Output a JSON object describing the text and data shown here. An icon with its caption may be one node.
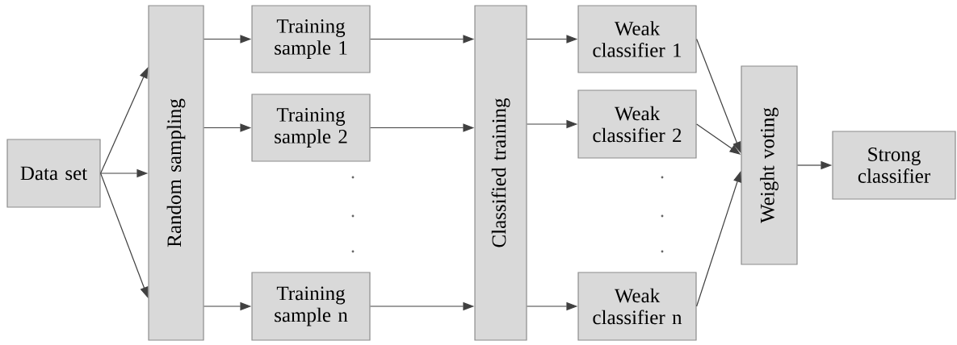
{
  "diagram": {
    "nodes": [
      {
        "text": [
          "Data set"
        ]
      },
      {
        "text": [
          "Random sampling"
        ]
      },
      {
        "text": [
          "Training sample 1"
        ]
      },
      {
        "text": [
          "Training sample 2"
        ]
      },
      {
        "text": [
          "Training sample n"
        ]
      },
      {
        "text": [
          "Classified training"
        ]
      },
      {
        "text": [
          "Weak classifier 1"
        ]
      },
      {
        "text": [
          "Weak classifier 2"
        ]
      },
      {
        "text": [
          "Weak classifier n"
        ]
      },
      {
        "text": [
          "Weight voting"
        ]
      },
      {
        "text": [
          "Strong classifier"
        ]
      }
    ],
    "edges": [
      {
        "from": 0,
        "to": 1,
        "arrow": "to"
      },
      {
        "from": 0,
        "to": 1,
        "arrow": "to"
      },
      {
        "from": 0,
        "to": 1,
        "arrow": "to"
      },
      {
        "from": 1,
        "to": 2,
        "arrow": "to"
      },
      {
        "from": 1,
        "to": 3,
        "arrow": "to"
      },
      {
        "from": 1,
        "to": 4,
        "arrow": "to"
      },
      {
        "from": 2,
        "to": 5,
        "arrow": "to"
      },
      {
        "from": 3,
        "to": 5,
        "arrow": "to"
      },
      {
        "from": 4,
        "to": 5,
        "arrow": "to"
      },
      {
        "from": 5,
        "to": 6,
        "arrow": "to"
      },
      {
        "from": 5,
        "to": 7,
        "arrow": "to"
      },
      {
        "from": 5,
        "to": 8,
        "arrow": "to"
      },
      {
        "from": 6,
        "to": 9,
        "arrow": "to"
      },
      {
        "from": 7,
        "to": 9,
        "arrow": "to"
      },
      {
        "from": 8,
        "to": 9,
        "arrow": "to"
      },
      {
        "from": 9,
        "to": 10,
        "arrow": "to"
      }
    ]
  }
}
